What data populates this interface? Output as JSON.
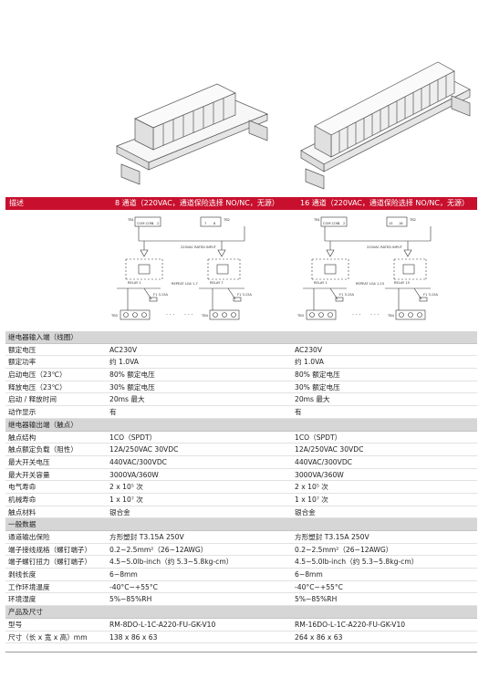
{
  "header": {
    "desc": "描述",
    "col8": "8 通道（220VAC，通道保险选择 NO/NC，无源）",
    "col16": "16 通道（220VAC，通道保险选择 NO/NC，无源）"
  },
  "diagram_labels": {
    "d8": {
      "top": [
        "TB1",
        "COM COM",
        "1",
        "2",
        "7",
        "8",
        "TB2"
      ],
      "input": "220VAC RATED INPUT",
      "relay": "RELAY 1",
      "relay_right": "RELAY 7",
      "fuse": "F1 3.15A",
      "fuse2": "F1 3.15A",
      "rep": "REPEAT LOA 1-7",
      "bottom_left": "TB3",
      "bottom_right": "TB4",
      "dots": "· · ·",
      "dots2": "· · ·"
    },
    "d16": {
      "top": [
        "TB1",
        "COM COM",
        "1",
        "2",
        "15",
        "16",
        "TB2"
      ],
      "input": "220VAC RATED INPUT",
      "relay": "RELAY 1",
      "relay_right": "RELAY 15",
      "fuse": "F1 3.15A",
      "fuse2": "F1 3.15A",
      "rep": "REPEAT LOA 1-15",
      "bottom_left": "TB3",
      "bottom_right": "TB4",
      "dots": "· · ·",
      "dots2": "· · ·"
    }
  },
  "rows": [
    {
      "type": "section",
      "label": "继电器输入端（线圈）"
    },
    {
      "type": "row",
      "label": "额定电压",
      "v8": "AC230V",
      "v16": "AC230V"
    },
    {
      "type": "row",
      "label": "额定功率",
      "v8": "约 1.0VA",
      "v16": "约 1.0VA"
    },
    {
      "type": "row",
      "label": "启动电压（23℃）",
      "v8": "80% 额定电压",
      "v16": "80% 额定电压"
    },
    {
      "type": "row",
      "label": "释放电压（23℃）",
      "v8": "30% 额定电压",
      "v16": "30% 额定电压"
    },
    {
      "type": "row",
      "label": "启动 / 释放时间",
      "v8": "20ms 最大",
      "v16": "20ms 最大"
    },
    {
      "type": "row",
      "label": "动作显示",
      "v8": "有",
      "v16": "有"
    },
    {
      "type": "section",
      "label": "继电器输出端（触点）"
    },
    {
      "type": "row",
      "label": "触点结构",
      "v8": "1CO（SPDT）",
      "v16": "1CO（SPDT）"
    },
    {
      "type": "row",
      "label": "触点额定负载（阻性）",
      "v8": "12A/250VAC 30VDC",
      "v16": "12A/250VAC 30VDC"
    },
    {
      "type": "row",
      "label": "最大开关电压",
      "v8": "440VAC/300VDC",
      "v16": "440VAC/300VDC"
    },
    {
      "type": "row",
      "label": "最大开关容量",
      "v8": "3000VA/360W",
      "v16": "3000VA/360W"
    },
    {
      "type": "row",
      "label": "电气寿命",
      "v8": "2 x 10⁵ 次",
      "v16": "2 x 10⁵ 次"
    },
    {
      "type": "row",
      "label": "机械寿命",
      "v8": "1 x 10⁷ 次",
      "v16": "1 x 10⁷ 次"
    },
    {
      "type": "row",
      "label": "触点材料",
      "v8": "银合金",
      "v16": "银合金"
    },
    {
      "type": "section",
      "label": "一般数据"
    },
    {
      "type": "row",
      "label": "通道输出保险",
      "v8": "方形塑封 T3.15A 250V",
      "v16": "方形塑封 T3.15A 250V"
    },
    {
      "type": "row",
      "label": "端子接线规格（螺钉端子）",
      "v8": "0.2~2.5mm²（26~12AWG）",
      "v16": "0.2~2.5mm²（26~12AWG）"
    },
    {
      "type": "row",
      "label": "端子螺钉扭力（螺钉端子）",
      "v8": "4.5~5.0lb-inch（约 5.3~5.8kg-cm）",
      "v16": "4.5~5.0lb-inch（约 5.3~5.8kg-cm）"
    },
    {
      "type": "row",
      "label": "剥线长度",
      "v8": "6~8mm",
      "v16": "6~8mm"
    },
    {
      "type": "row",
      "label": "工作环境温度",
      "v8": "-40°C~+55°C",
      "v16": "-40°C~+55°C"
    },
    {
      "type": "row",
      "label": "环境湿度",
      "v8": "5%~85%RH",
      "v16": "5%~85%RH"
    },
    {
      "type": "section",
      "label": "产品及尺寸"
    },
    {
      "type": "row",
      "label": "型号",
      "v8": "RM-8DO-L-1C-A220-FU-GK-V10",
      "v16": "RM-16DO-L-1C-A220-FU-GK-V10"
    },
    {
      "type": "row",
      "label": "尺寸（长 x 宽 x 高）mm",
      "v8": "138 x 86 x 63",
      "v16": "264 x 86 x 63"
    }
  ]
}
